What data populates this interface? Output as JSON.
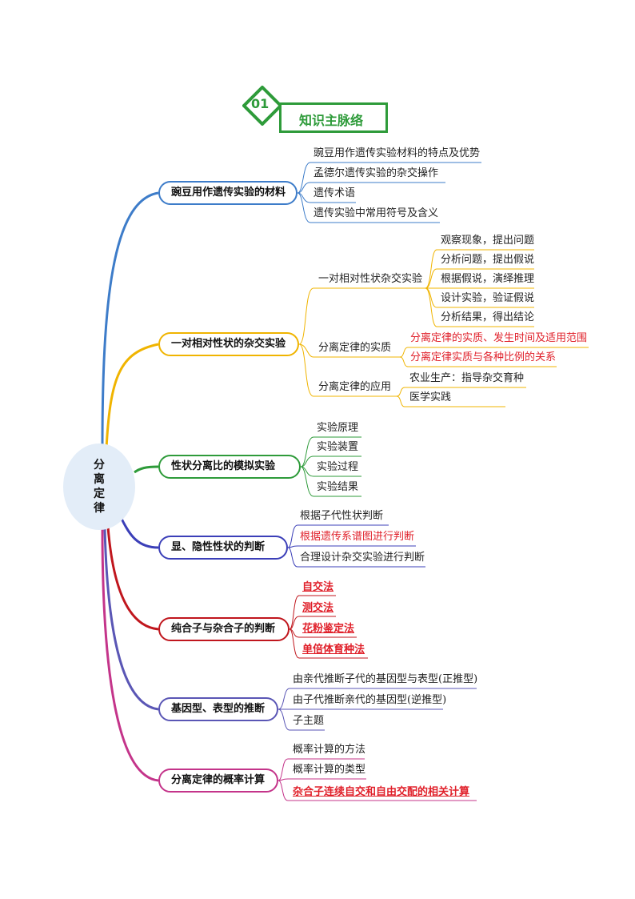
{
  "section": {
    "badge": "01",
    "title": "知识主脉络"
  },
  "center": {
    "label": "分离定律"
  },
  "branches": [
    {
      "label": "豌豆用作遗传实验的材料",
      "children": [
        "豌豆用作遗传实验材料的特点及优势",
        "孟德尔遗传实验的杂交操作",
        "遗传术语",
        "遗传实验中常用符号及含义"
      ]
    },
    {
      "label": "一对相对性状的杂交实验",
      "sub": [
        {
          "label": "一对相对性状杂交实验",
          "children": [
            "观察现象，提出问题",
            "分析问题，提出假说",
            "根据假说，演绎推理",
            "设计实验，验证假说",
            "分析结果，得出结论"
          ]
        },
        {
          "label": "分离定律的实质",
          "children": [
            "分离定律的实质、发生时间及适用范围",
            "分离定律实质与各种比例的关系"
          ]
        },
        {
          "label": "分离定律的应用",
          "children": [
            "农业生产：指导杂交育种",
            "医学实践"
          ]
        }
      ]
    },
    {
      "label": "性状分离比的模拟实验",
      "children": [
        "实验原理",
        "实验装置",
        "实验过程",
        "实验结果"
      ]
    },
    {
      "label": "显、隐性性状的判断",
      "children": [
        "根据子代性状判断",
        "根据遗传系谱图进行判断",
        "合理设计杂交实验进行判断"
      ]
    },
    {
      "label": "纯合子与杂合子的判断",
      "children": [
        "自交法",
        "测交法",
        "花粉鉴定法",
        "单倍体育种法"
      ]
    },
    {
      "label": "基因型、表型的推断",
      "children": [
        "由亲代推断子代的基因型与表型(正推型)",
        "由子代推断亲代的基因型(逆推型)",
        "子主题"
      ]
    },
    {
      "label": "分离定律的概率计算",
      "children": [
        "概率计算的方法",
        "概率计算的类型",
        "杂合子连续自交和自由交配的相关计算"
      ]
    }
  ],
  "colors": {
    "title_green": "#2e9b3a",
    "branch1": "#3d7cc9",
    "branch2": "#f0b400",
    "branch3": "#2e9b3a",
    "branch4": "#3b3fb8",
    "branch5": "#c0161d",
    "branch6": "#5a56b5",
    "branch7": "#c4348a",
    "highlight_red": "#e0202a"
  }
}
